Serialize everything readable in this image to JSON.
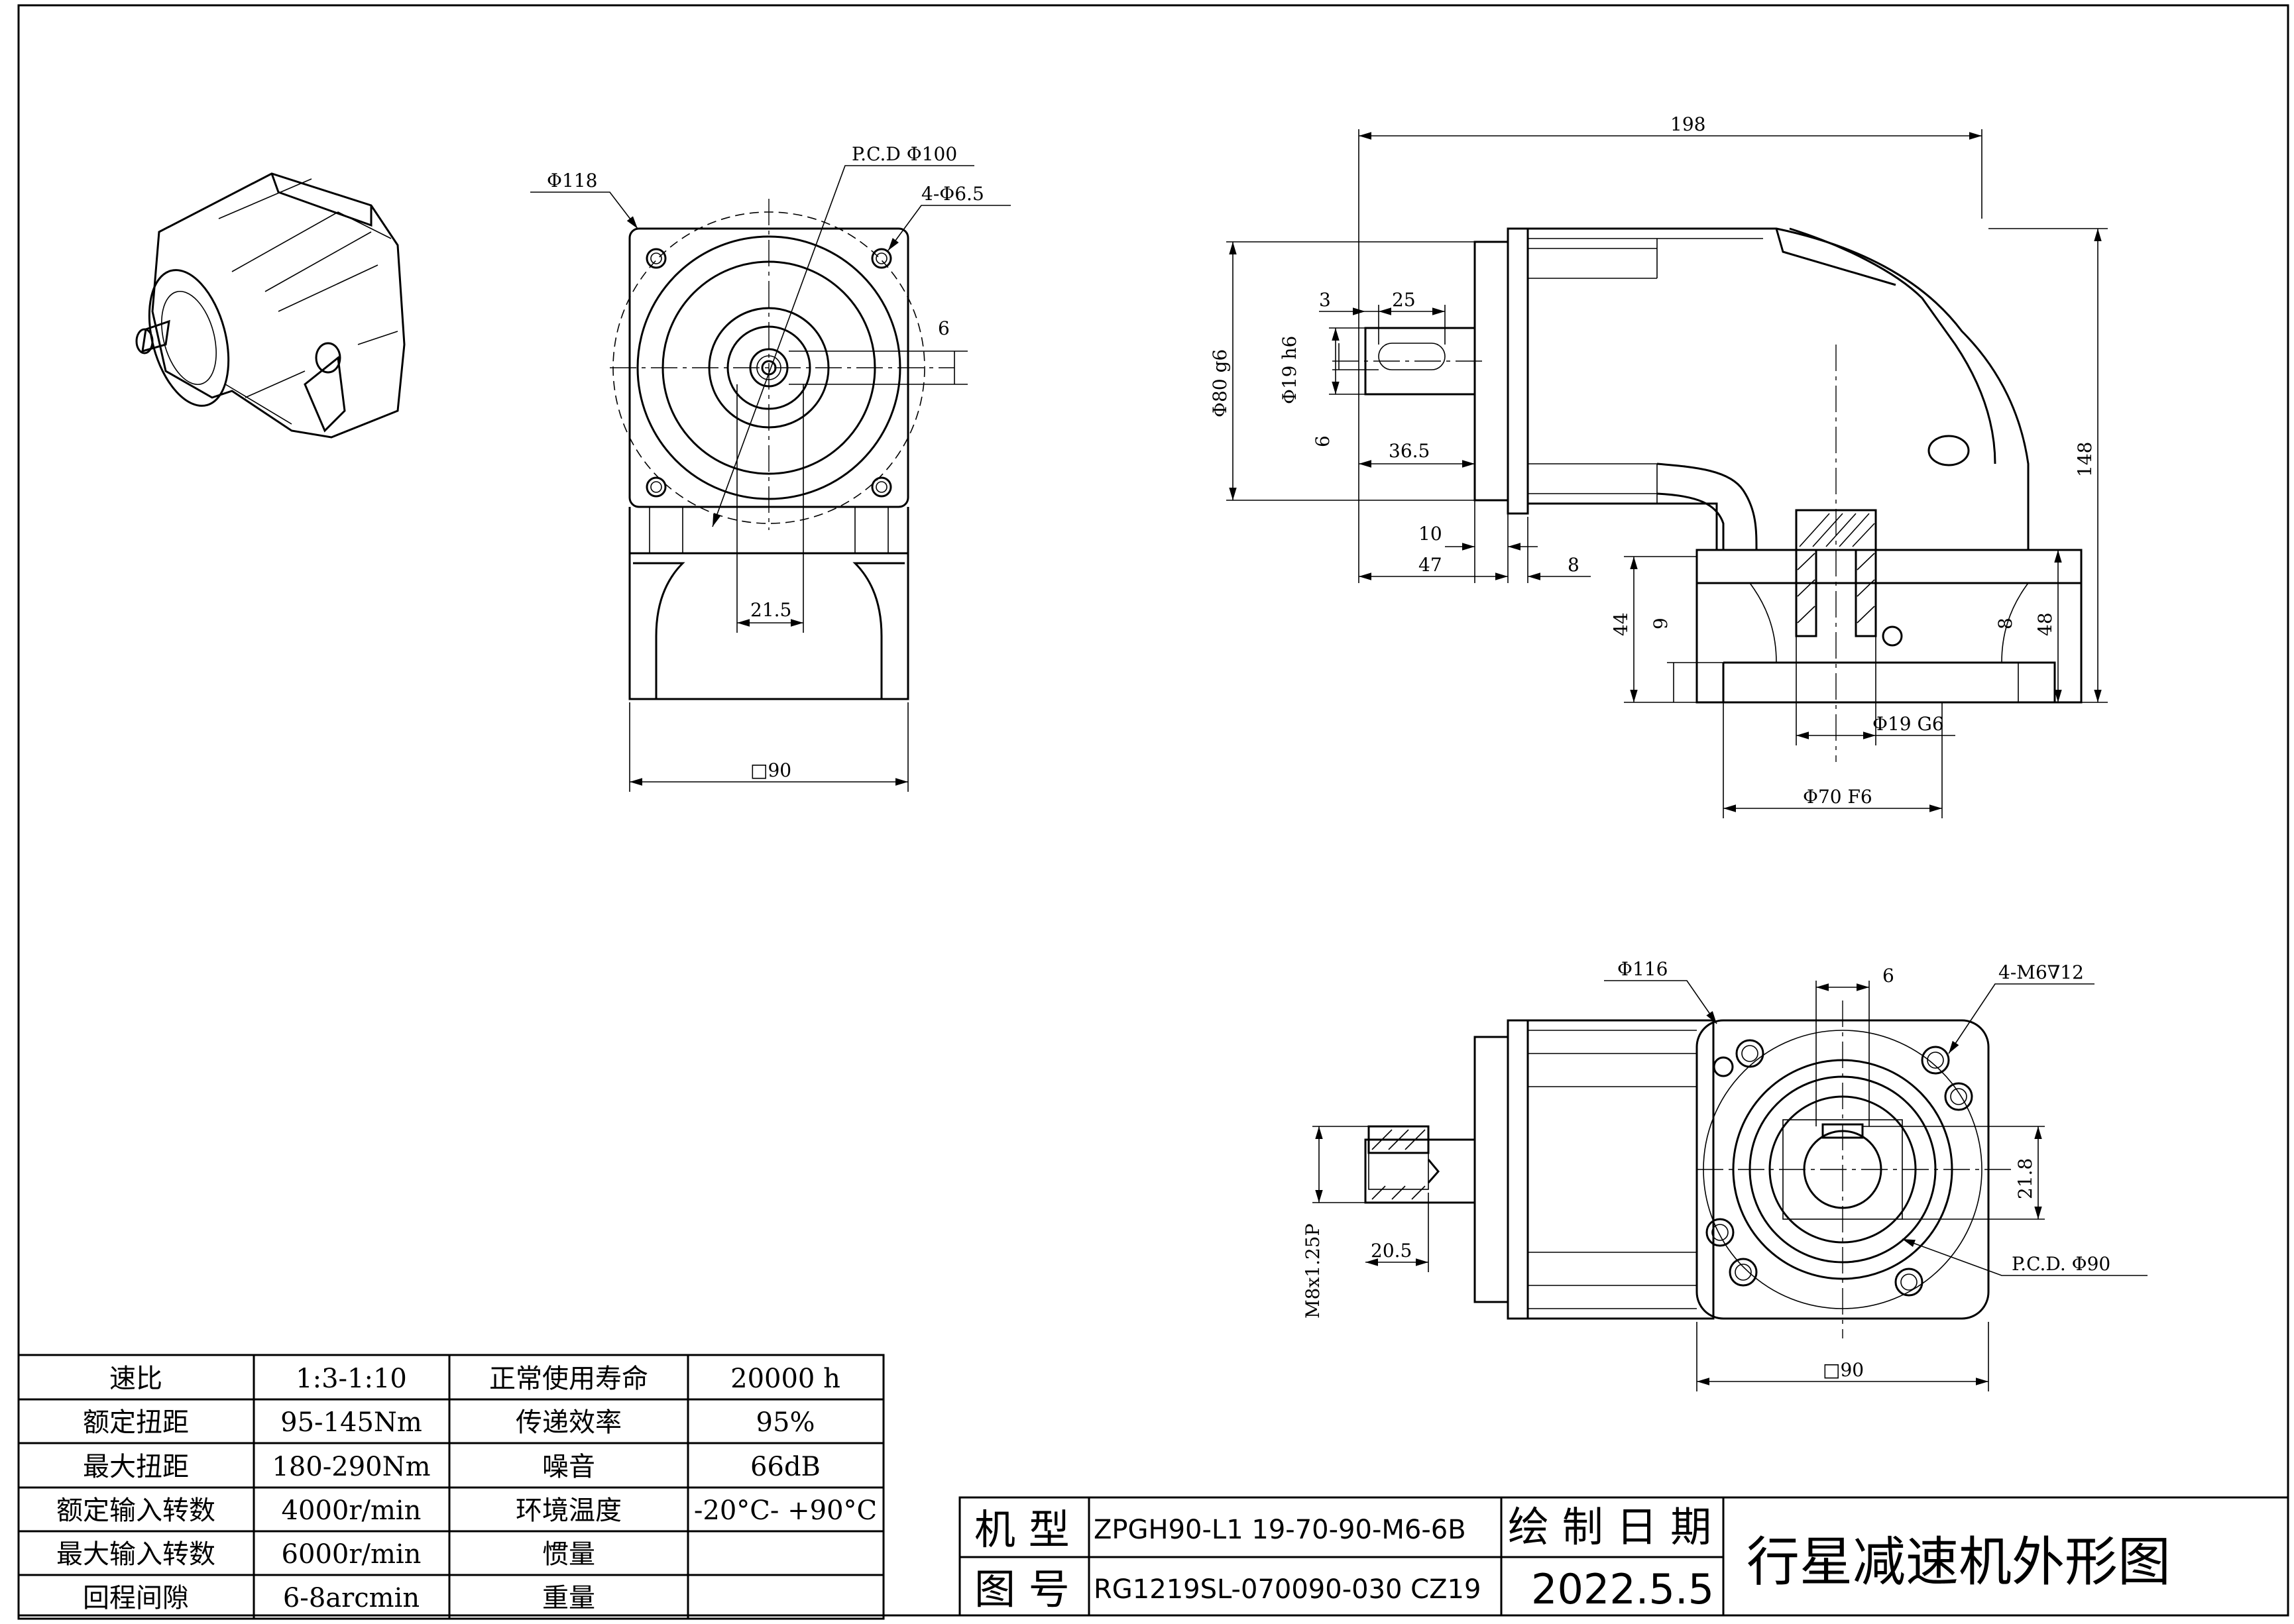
{
  "views": {
    "front": {
      "pcd_label": "P.C.D Φ100",
      "bolt_holes_label": "4-Φ6.5",
      "flange_dia_label": "Φ118",
      "key_width_label": "6",
      "key_height_label": "21.5",
      "square_label": "□90"
    },
    "side": {
      "total_length_label": "198",
      "shoulder_label": "3",
      "key_length_label": "25",
      "pilot_label": "Φ80 g6",
      "shaft_label": "Φ19 h6",
      "key_w_label": "6",
      "shaft_length_label": "36.5",
      "flange_thk_label": "10",
      "length47_label": "47",
      "length8_label": "8",
      "height148_label": "148",
      "height48_label": "48",
      "height44_label": "44",
      "height9_label": "9",
      "height8_label": "8",
      "bore_label": "Φ19 G6",
      "bottom_pilot_label": "Φ70 F6"
    },
    "bottom": {
      "dia_label": "Φ116",
      "key_label": "6",
      "tap_label": "4-M6∇12",
      "key_depth_label": "21.8",
      "pcd_label": "P.C.D. Φ90",
      "thread_label": "M8x1.25P",
      "thread_len_label": "20.5",
      "square_label": "□90"
    }
  },
  "specs": [
    {
      "k1": "速比",
      "v1": "1:3-1:10",
      "k2": "正常使用寿命",
      "v2": "20000 h"
    },
    {
      "k1": "额定扭距",
      "v1": "95-145Nm",
      "k2": "传递效率",
      "v2": "95%"
    },
    {
      "k1": "最大扭距",
      "v1": "180-290Nm",
      "k2": "噪音",
      "v2": "66dB"
    },
    {
      "k1": "额定输入转数",
      "v1": "4000r/min",
      "k2": "环境温度",
      "v2": "-20°C- +90°C"
    },
    {
      "k1": "最大输入转数",
      "v1": "6000r/min",
      "k2": "惯量",
      "v2": ""
    },
    {
      "k1": "回程间隙",
      "v1": "6-8arcmin",
      "k2": "重量",
      "v2": ""
    }
  ],
  "title_block": {
    "model_key": "机 型",
    "model_val": "ZPGH90-L1 19-70-90-M6-6B",
    "drawing_key": "图 号",
    "drawing_val": "RG1219SL-070090-030 CZ19",
    "date_key": "绘 制 日 期",
    "date_val": "2022.5.5",
    "title": "行星减速机外形图"
  }
}
